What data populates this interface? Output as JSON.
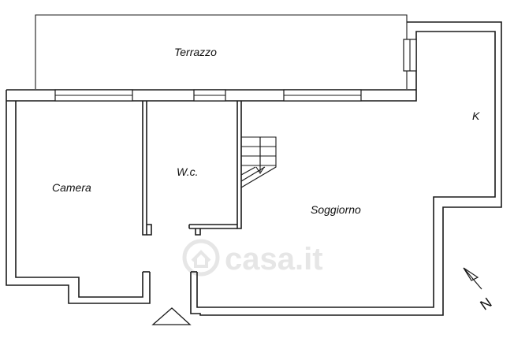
{
  "rooms": {
    "terrazzo": "Terrazzo",
    "camera": "Camera",
    "wc": "W.c.",
    "soggiorno": "Soggiorno",
    "kitchen": "K"
  },
  "compass": {
    "north_label": "N"
  },
  "watermark": {
    "brand": "casa.it"
  },
  "colors": {
    "wall": "#1a1a1a",
    "background": "#ffffff",
    "watermark": "#e6e6e6"
  }
}
